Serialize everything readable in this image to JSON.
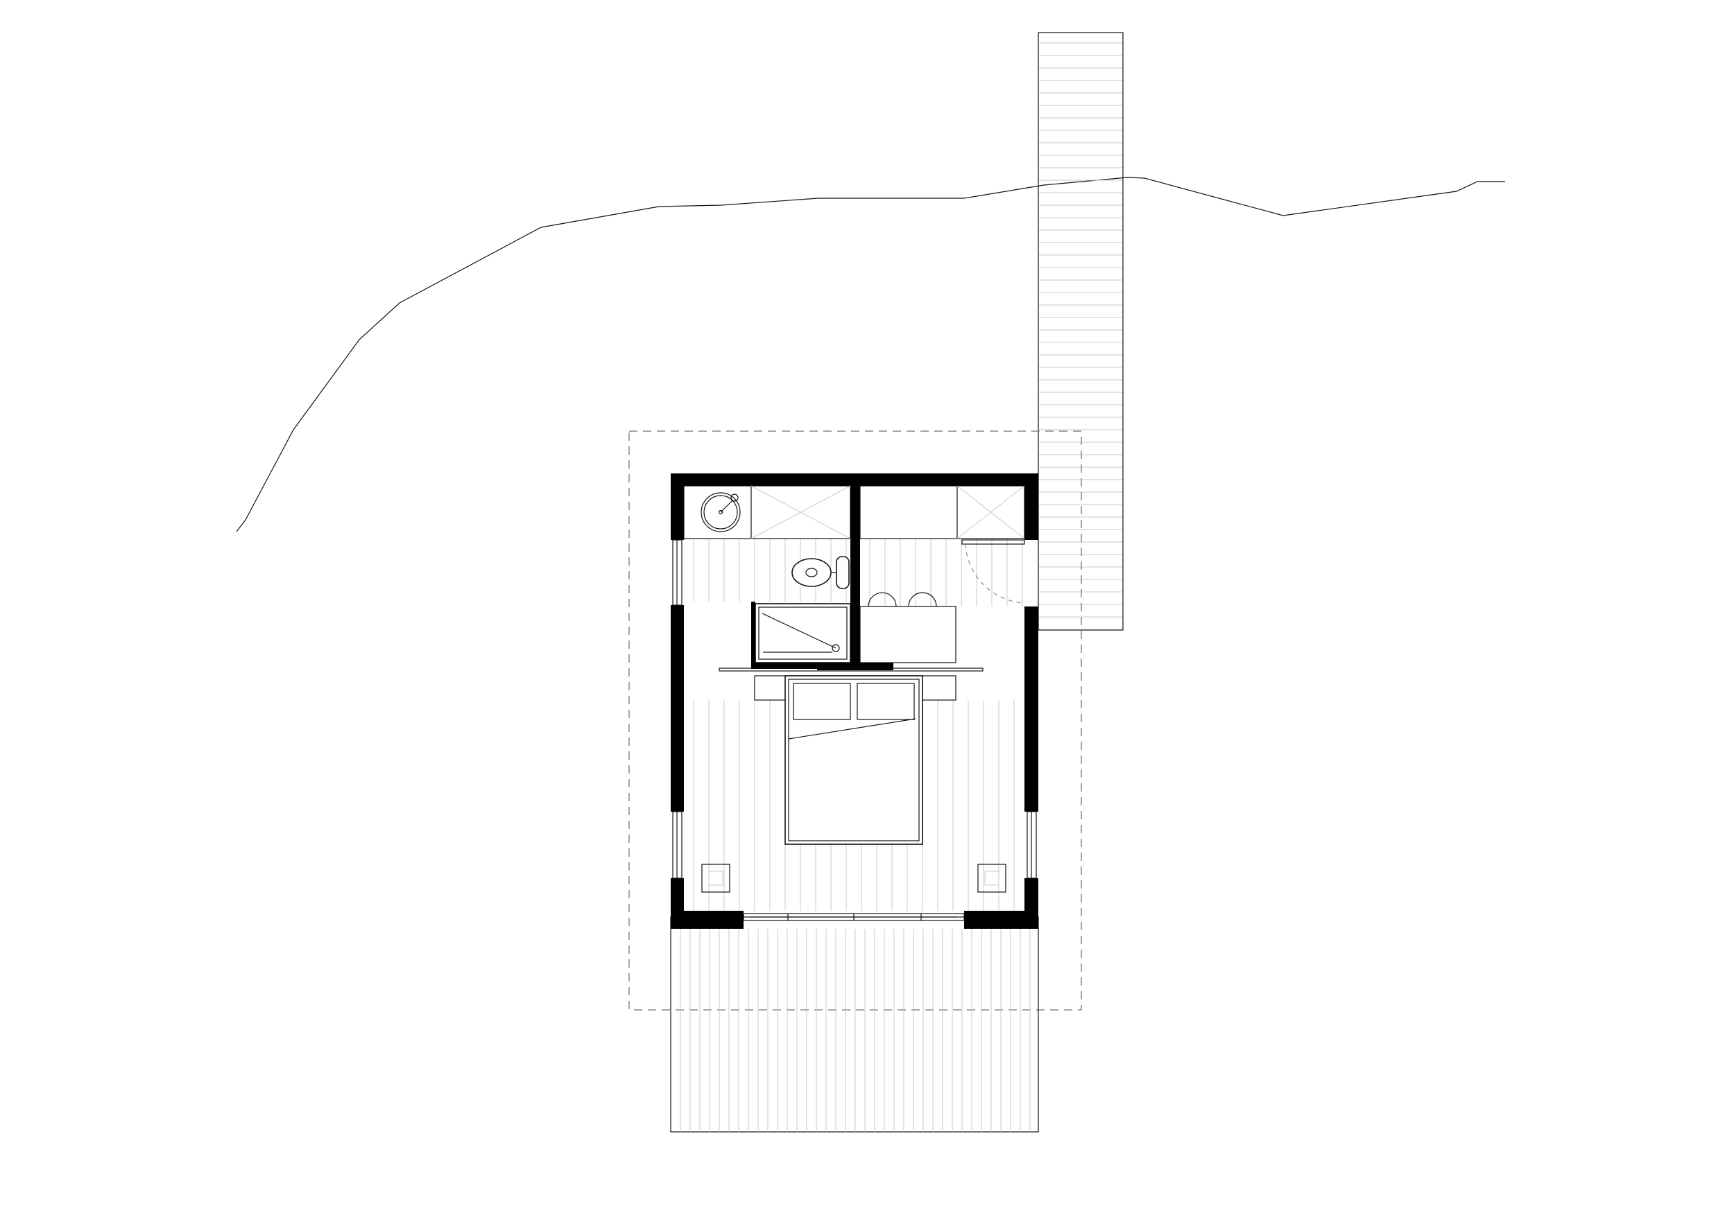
{
  "drawing": {
    "type": "floor-plan",
    "features": [
      "terrain-contour",
      "boardwalk",
      "roof-outline",
      "exterior-walls",
      "bathroom",
      "kitchenette",
      "bed",
      "deck",
      "windows",
      "door"
    ]
  },
  "colors": {
    "wall": "#000000",
    "line": "#111111",
    "board": "#c9c9c9",
    "dashed": "#888888",
    "background": "#ffffff"
  }
}
